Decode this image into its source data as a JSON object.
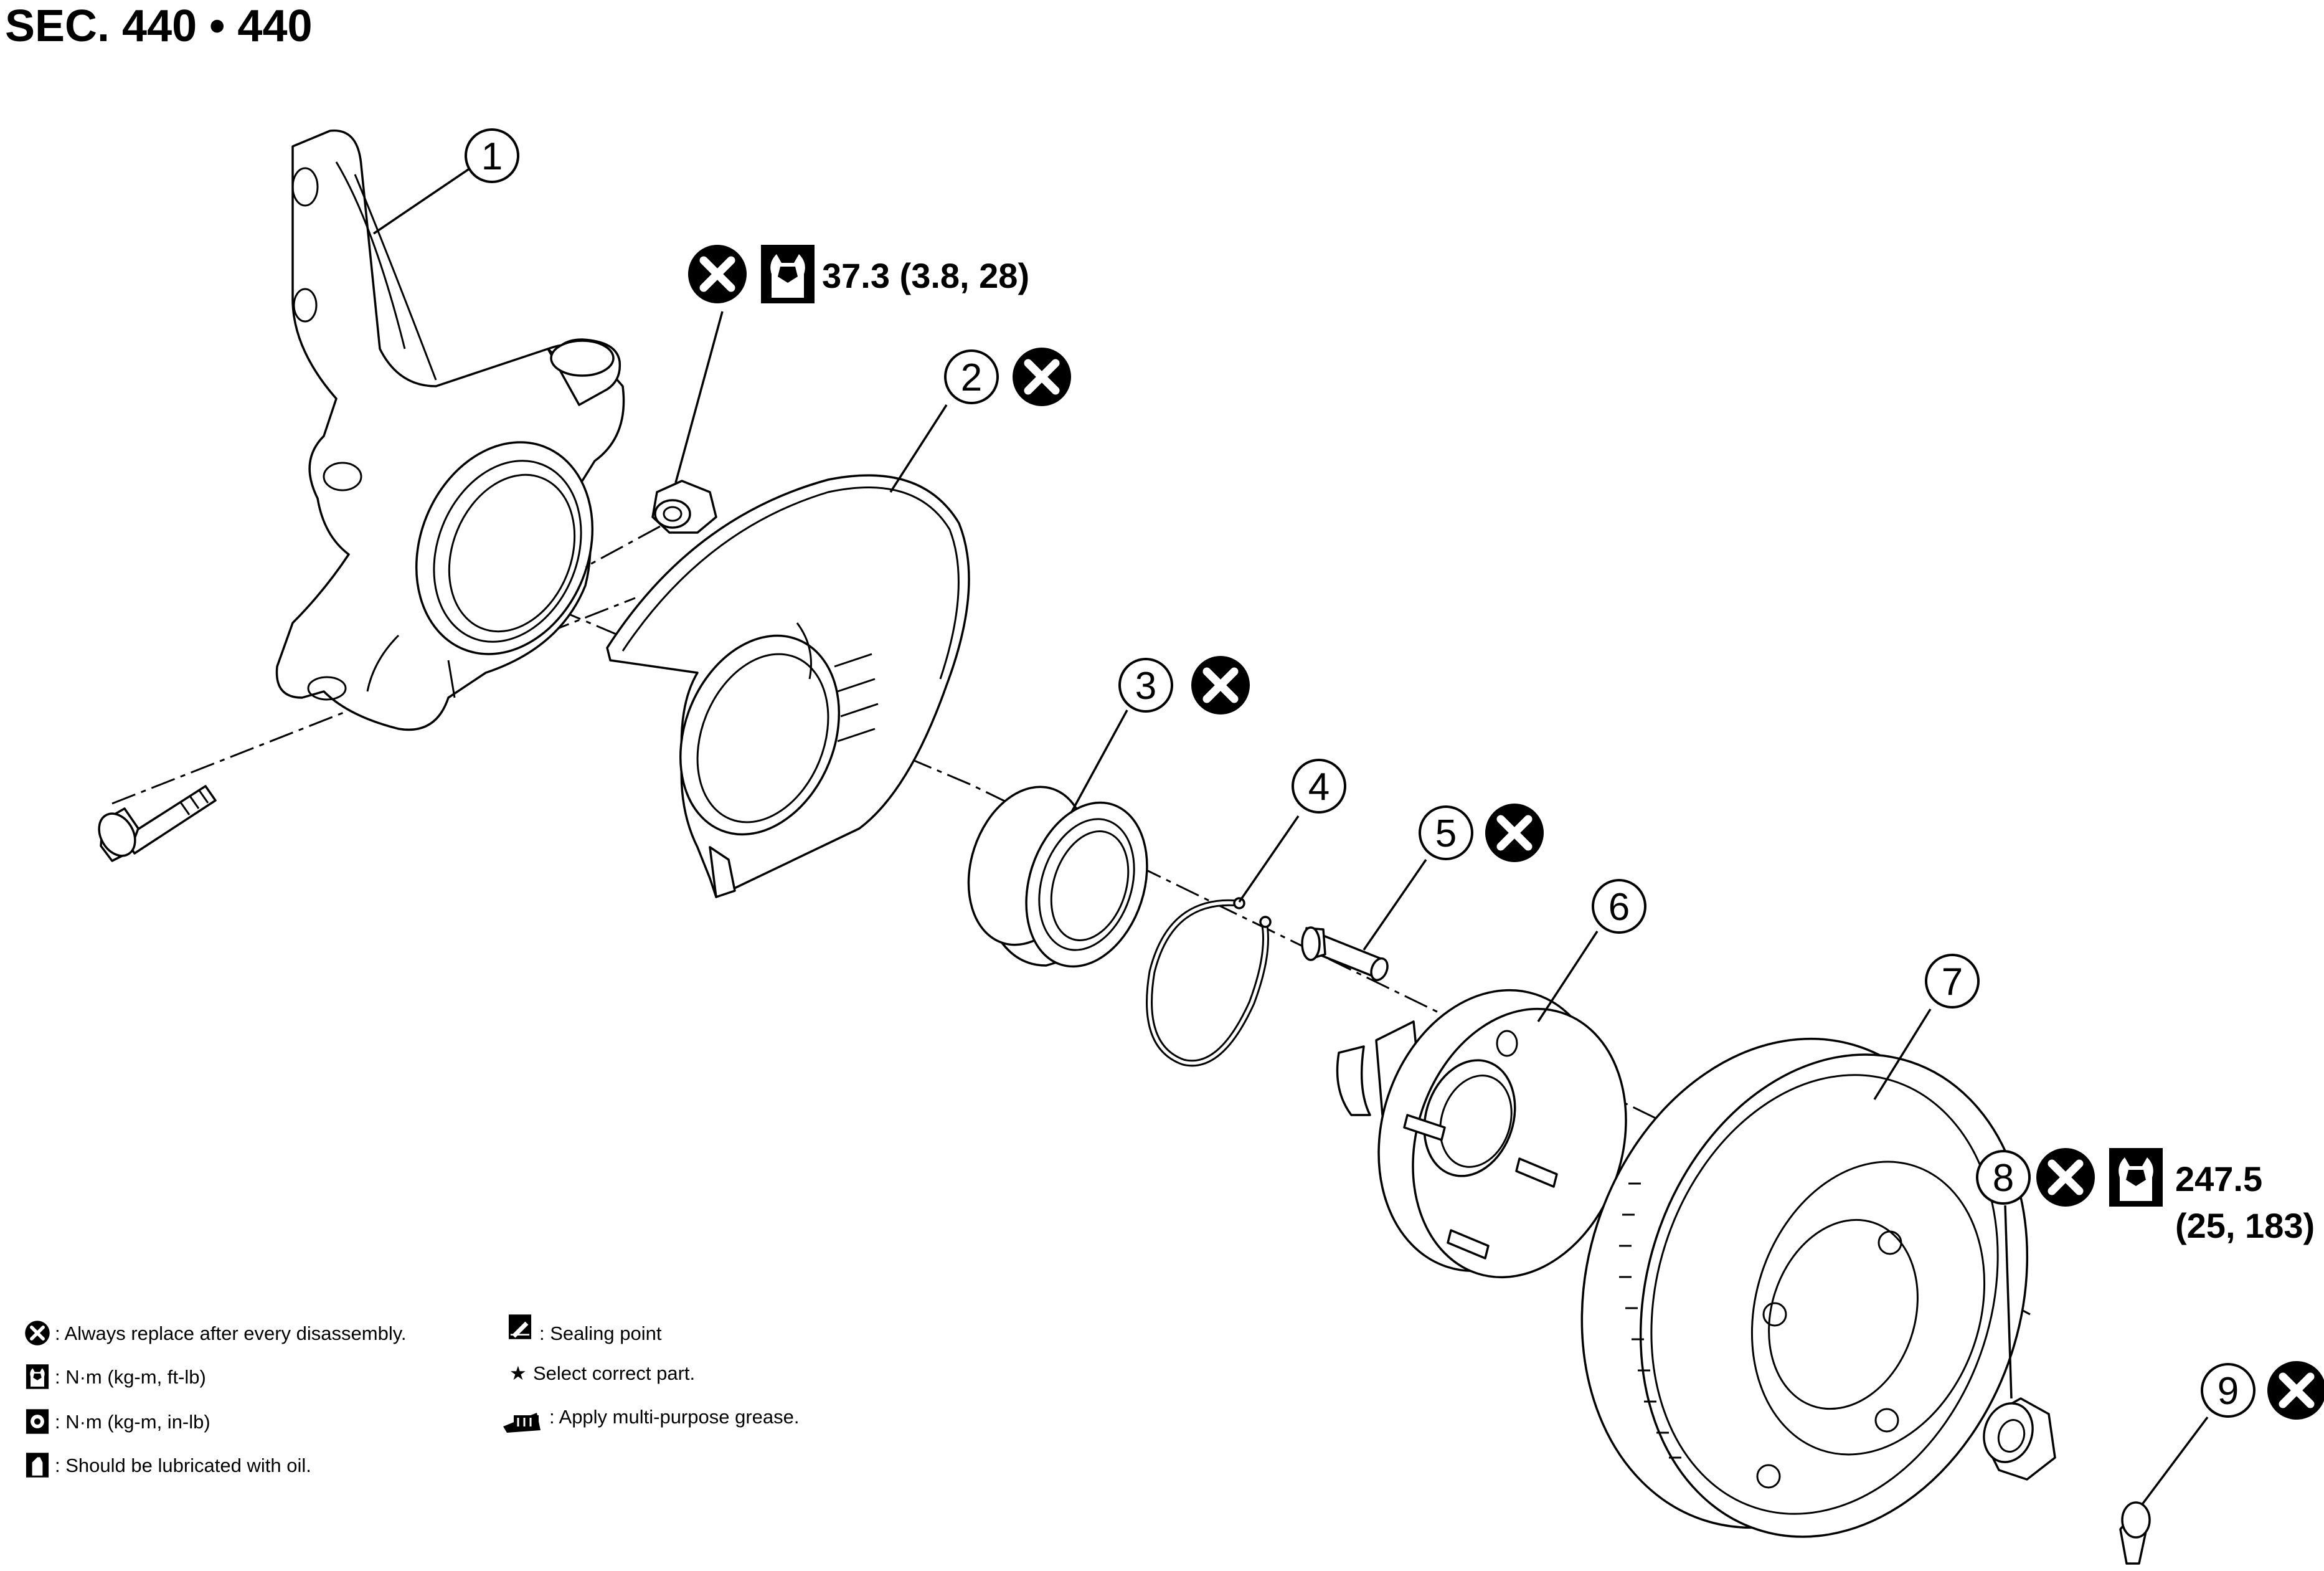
{
  "title": "SEC. 440 • 440",
  "callouts": [
    {
      "number": "1"
    },
    {
      "number": "2",
      "replace_icon": true
    },
    {
      "number": "3",
      "replace_icon": true
    },
    {
      "number": "4"
    },
    {
      "number": "5",
      "replace_icon": true
    },
    {
      "number": "6"
    },
    {
      "number": "7"
    },
    {
      "number": "8",
      "replace_icon": true
    },
    {
      "number": "9",
      "replace_icon": true
    }
  ],
  "torques": {
    "bolt_nut": "37.3 (3.8, 28)",
    "hub_nut_line1": "247.5",
    "hub_nut_line2": "(25, 183)"
  },
  "legend": {
    "replace": ": Always replace after every disassembly.",
    "torque_ft_lb": ": N·m (kg-m, ft-lb)",
    "torque_in_lb": ": N·m (kg-m, in-lb)",
    "lubricate_oil": ": Should be lubricated with oil.",
    "sealing_point": ": Sealing point",
    "select_part": "Select correct part.",
    "grease": ": Apply multi-purpose grease."
  },
  "icons": [
    "replace-icon",
    "torque-wrench-icon",
    "oil-can-icon",
    "sealant-icon",
    "star-icon",
    "grease-icon"
  ]
}
